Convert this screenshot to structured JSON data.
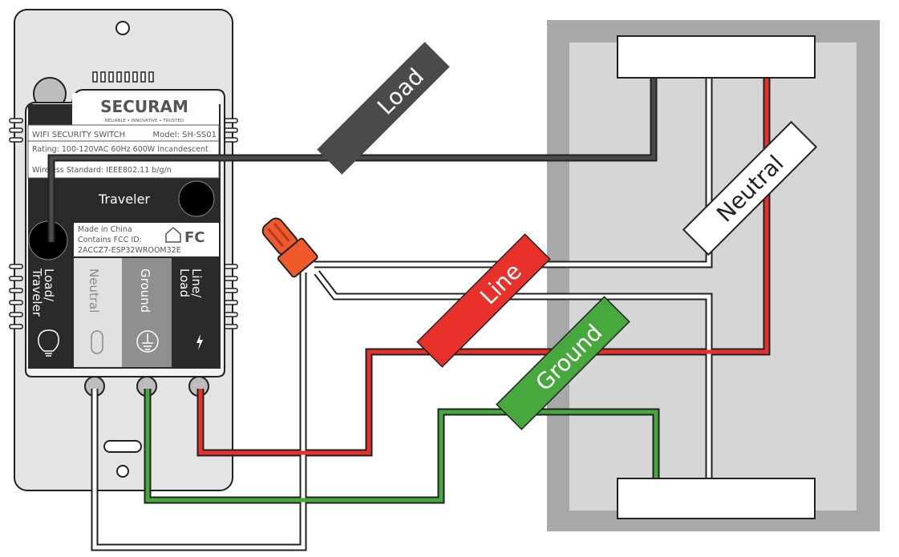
{
  "switch": {
    "brand": "SECURAM",
    "tagline": "RELIABLE • INNOVATIVE • TRUSTED",
    "product": "WIFI SECURITY SWITCH",
    "model": "Model: SH-SS01",
    "rating": "Rating: 100-120VAC 60Hz 600W Incandescent",
    "wireless_standard": "Wireless Standard: IEEE802.11 b/g/n",
    "traveler": "Traveler",
    "made_in": "Made in China",
    "fcc_line": "Contains FCC ID:",
    "fcc_id": "2ACCZ7-ESP32WROOM32E",
    "fcc_logo": "FC",
    "terminals": [
      {
        "line1": "Load/",
        "line2": "Traveler",
        "icon": "bulb-icon"
      },
      {
        "line1": "Neutral",
        "line2": "",
        "icon": "neutral-slot-icon"
      },
      {
        "line1": "Ground",
        "line2": "",
        "icon": "ground-icon"
      },
      {
        "line1": "Line/",
        "line2": "Load",
        "icon": "lightning-icon"
      }
    ]
  },
  "wires": {
    "load": {
      "label": "Load",
      "color": "#4a4a4a"
    },
    "neutral": {
      "label": "Neutral",
      "color": "#ffffff"
    },
    "line": {
      "label": "Line",
      "color": "#e8312b"
    },
    "ground": {
      "label": "Ground",
      "color": "#47a83e"
    }
  },
  "wire_nut_color": "#ee5a2c"
}
